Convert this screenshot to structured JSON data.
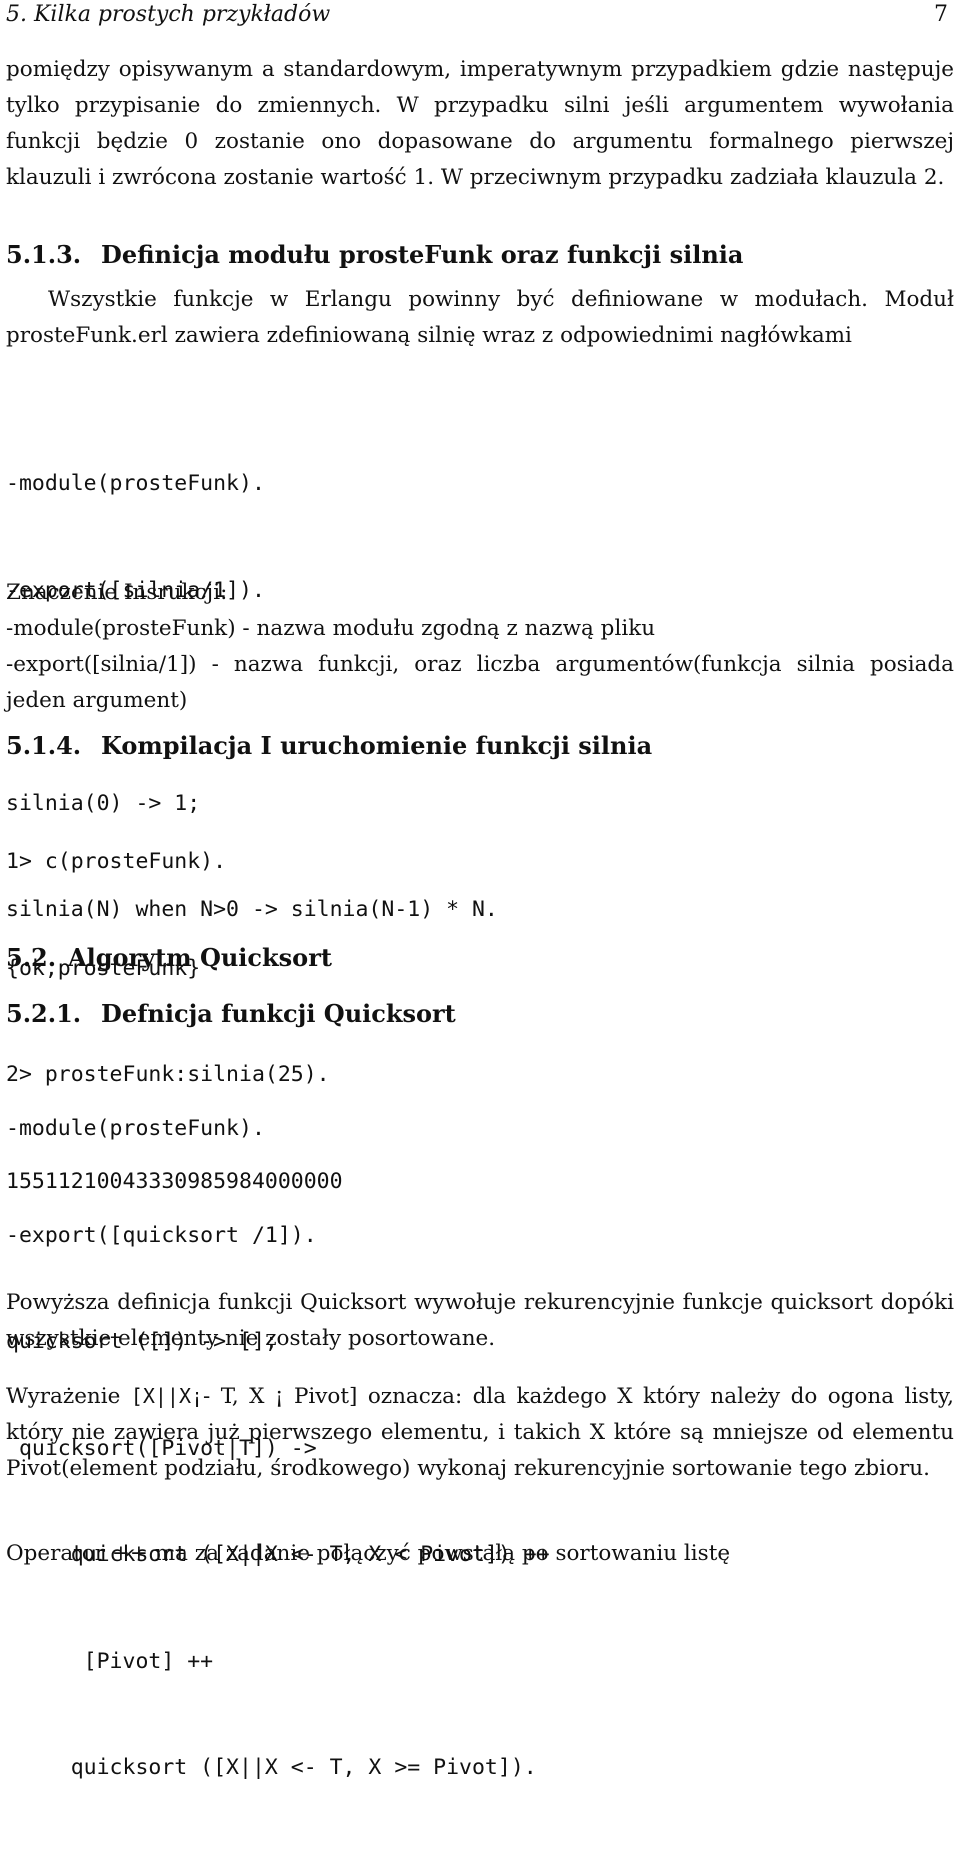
{
  "header": {
    "chapter": "5. Kilka prostych przykładów",
    "page_number": "7"
  },
  "p1": "pomiędzy opisywanym a standardowym, imperatywnym przypadkiem gdzie następuje tylko przypisanie do zmiennych. W przypadku silni jeśli argumentem wywołania funkcji będzie 0 zostanie ono dopasowane do argumentu formalnego pierwszej klauzuli i zwrócona zostanie wartość 1. W przeciwnym przypadku zadziała klauzula 2.",
  "s513": {
    "number": "5.1.3.",
    "title": "Definicja modułu prosteFunk oraz funkcji silnia"
  },
  "p2": "Wszystkie funkcje w Erlangu powinny być definiowane w modułach. Moduł prosteFunk.erl zawiera zdefiniowaną silnię wraz z odpowiednimi nagłówkami",
  "code1": [
    "-module(prosteFunk).",
    "-export([silnia/1]).",
    "",
    "silnia(0) -> 1;",
    "silnia(N) when N>0 -> silnia(N-1) * N."
  ],
  "explain": [
    "Znaczenie Insrukcji:",
    "-module(prosteFunk) - nazwa modułu zgodną z nazwą pliku",
    "-export([silnia/1]) - nazwa funkcji, oraz liczba argumentów(funkcja silnia posiada jeden argument)"
  ],
  "s514": {
    "number": "5.1.4.",
    "title": "Kompilacja I uruchomienie funkcji silnia"
  },
  "code2": [
    "1> c(prosteFunk).",
    "{ok,prosteFunk}",
    "2> prosteFunk:silnia(25).",
    "15511210043330985984000000"
  ],
  "s52": {
    "number": "5.2.",
    "title": "Algorytm Quicksort"
  },
  "s521": {
    "number": "5.2.1.",
    "title": "Defnicja funkcji Quicksort"
  },
  "code3": [
    "-module(prosteFunk).",
    "-export([quicksort /1]).",
    "quicksort ([]) -> [];",
    " quicksort([Pivot|T]) ->",
    "     quicksort ([X||X <- T, X < Pivot]) ++",
    "      [Pivot] ++",
    "     quicksort ([X||X <- T, X >= Pivot])."
  ],
  "p3": "Powyższa definicja funkcji Quicksort wywołuje rekurencyjnie funkcje quicksort dopóki wszystkie elementy nie zostały posortowane.",
  "p4": {
    "lead": "Wyrażenie ",
    "code": "[X||X¡",
    "rest": "- T, X ¡ Pivot] oznacza: dla każdego X który należy do ogona listy, który nie zawiera już pierwszego elementu, i takich X które są mniejsze od elementu Pivot(element podziału, środkowego) wykonaj rekurencyjnie sortowanie tego zbioru."
  },
  "p5": "Operator ++ ma za zadanie połączyć powstałą po sortowaniu listę"
}
